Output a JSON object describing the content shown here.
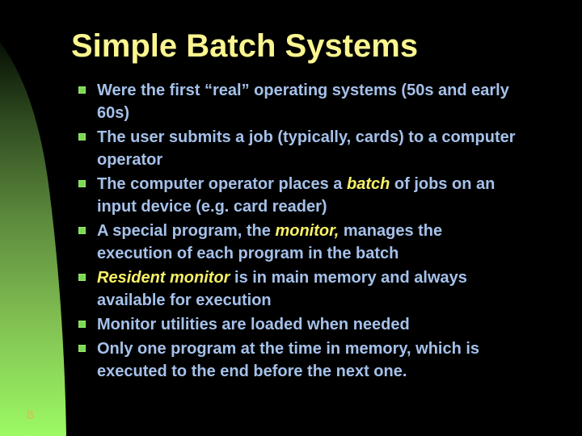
{
  "slide": {
    "title": "Simple Batch Systems",
    "page_number": "8",
    "bullets": [
      {
        "lines": [
          [
            {
              "t": "Were the first “real” operating systems (50s and early"
            }
          ],
          [
            {
              "t": "60s)"
            }
          ]
        ]
      },
      {
        "lines": [
          [
            {
              "t": "The user submits a job (typically, cards) to a computer"
            }
          ],
          [
            {
              "t": "operator"
            }
          ]
        ]
      },
      {
        "lines": [
          [
            {
              "t": "The computer operator places a "
            },
            {
              "t": "batch",
              "em": true
            },
            {
              "t": " of jobs on an"
            }
          ],
          [
            {
              "t": "input device (e.g. card reader)"
            }
          ]
        ]
      },
      {
        "lines": [
          [
            {
              "t": "A special program, the "
            },
            {
              "t": "monitor,",
              "em": true
            },
            {
              "t": " manages the"
            }
          ],
          [
            {
              "t": "execution of each program in the batch"
            }
          ]
        ]
      },
      {
        "lines": [
          [
            {
              "t": "Resident monitor",
              "em": true
            },
            {
              "t": " is in main memory and always"
            }
          ],
          [
            {
              "t": "available for execution"
            }
          ]
        ]
      },
      {
        "lines": [
          [
            {
              "t": "Monitor utilities are loaded when needed"
            }
          ]
        ]
      },
      {
        "lines": [
          [
            {
              "t": "Only one program at the time in memory, which is"
            }
          ],
          [
            {
              "t": "executed to the end before the next one."
            }
          ]
        ]
      }
    ],
    "theme": {
      "background": "#000000",
      "title_color": "#fbf58f",
      "body_color": "#a5c1ea",
      "emphasis_color": "#f8f167",
      "bullet_color": "#79d94f",
      "page_number_color": "#c5cb55",
      "swoosh_stops": [
        "#070f04",
        "#2f4b20",
        "#5d8a3d",
        "#82c253",
        "#9cfa64"
      ]
    }
  }
}
